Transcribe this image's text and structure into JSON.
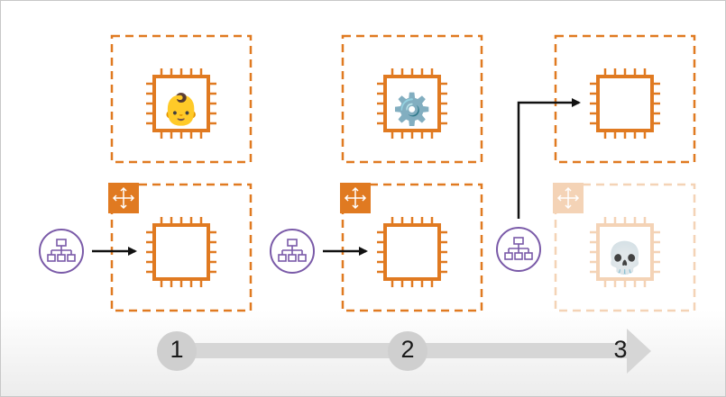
{
  "steps": [
    {
      "label": "1",
      "top_glyph": "👶",
      "top_icon": "baby-face-icon",
      "bottom_glyph": ""
    },
    {
      "label": "2",
      "top_glyph": "⚙️",
      "top_icon": "gear-icon",
      "bottom_glyph": ""
    },
    {
      "label": "3",
      "top_glyph": "",
      "top_icon": "",
      "bottom_glyph": "💀",
      "bottom_icon": "skull-icon"
    }
  ],
  "colors": {
    "orange": "#e07a21",
    "orange_faded": "#f4d3b6",
    "purple": "#7a5aa8",
    "arrow": "#111111",
    "timeline": "#d6d6d6",
    "circle": "#cfcfcf"
  }
}
